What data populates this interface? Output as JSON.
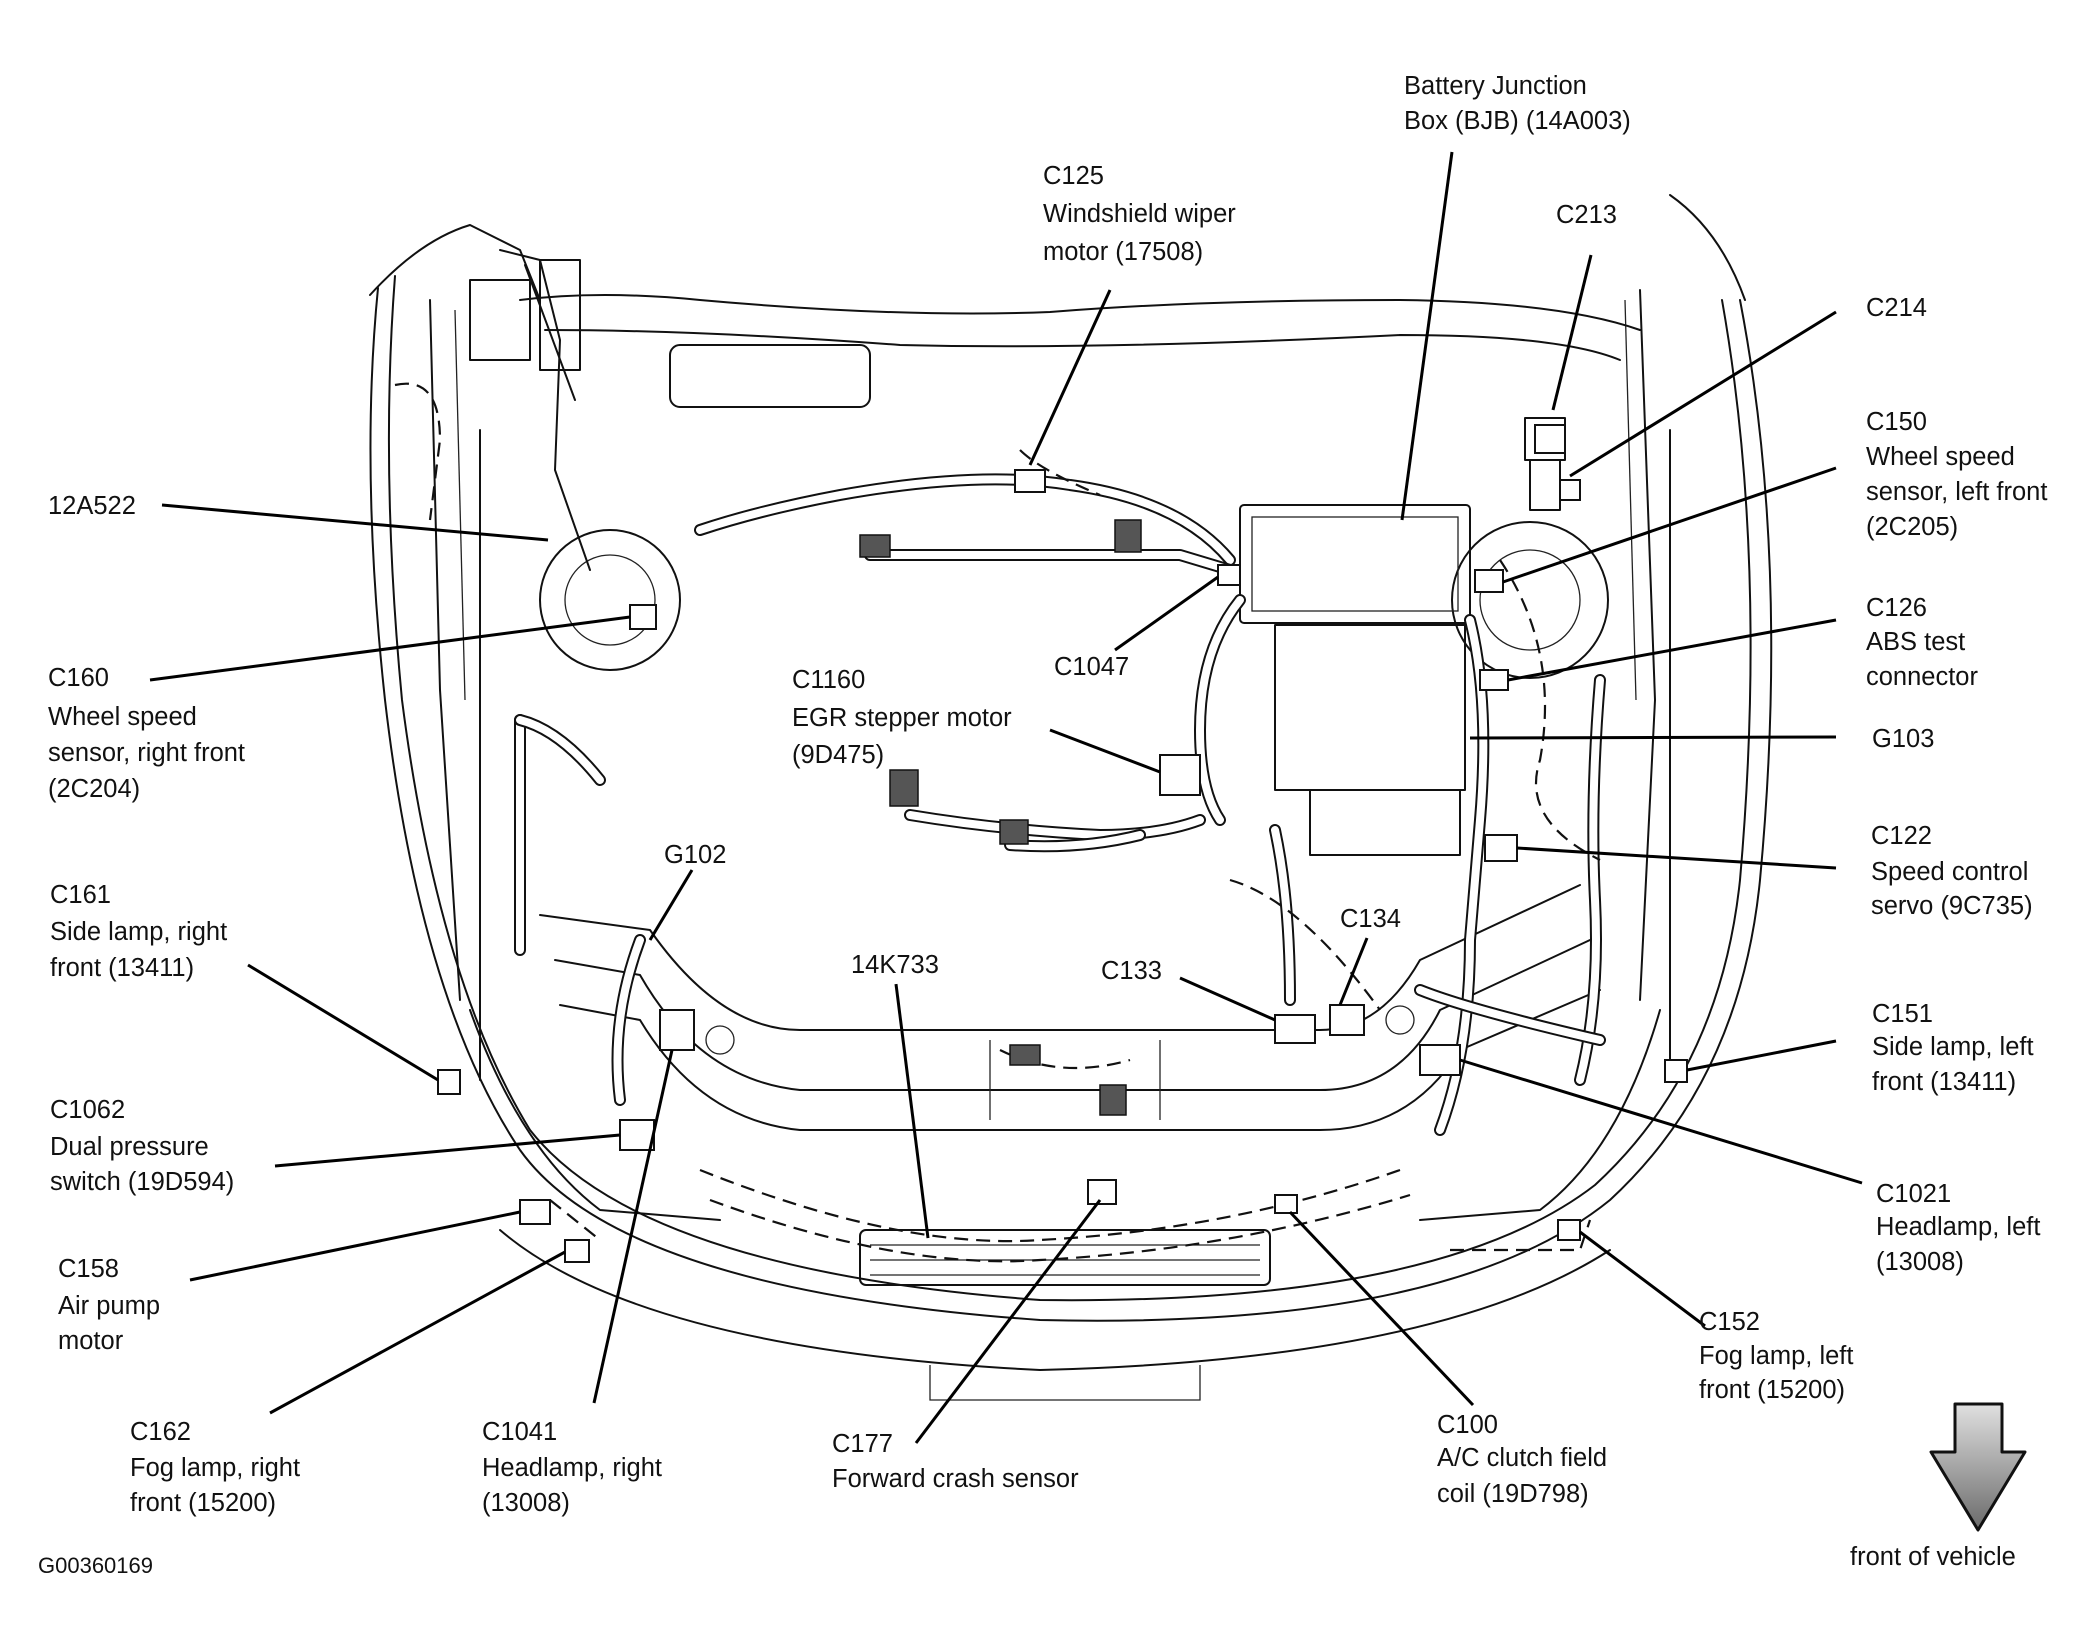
{
  "labels": {
    "bjb": [
      "Battery Junction",
      "Box (BJB) (14A003)"
    ],
    "c125": [
      "C125",
      "Windshield wiper",
      "motor (17508)"
    ],
    "c213": [
      "C213"
    ],
    "c214": [
      "C214"
    ],
    "c150": [
      "C150",
      "Wheel speed",
      "sensor, left front",
      "(2C205)"
    ],
    "c126": [
      "C126",
      "ABS test",
      "connector"
    ],
    "g103": [
      "G103"
    ],
    "c122": [
      "C122",
      "Speed control",
      "servo (9C735)"
    ],
    "c151": [
      "C151",
      "Side lamp, left",
      "front (13411)"
    ],
    "c1021": [
      "C1021",
      "Headlamp, left",
      "(13008)"
    ],
    "c152": [
      "C152",
      "Fog lamp, left",
      "front (15200)"
    ],
    "c100": [
      "C100",
      "A/C clutch field",
      "coil (19D798)"
    ],
    "c177": [
      "C177",
      "Forward crash sensor"
    ],
    "c1041": [
      "C1041",
      "Headlamp, right",
      "(13008)"
    ],
    "c162": [
      "C162",
      "Fog lamp, right",
      "front (15200)"
    ],
    "c158": [
      "C158",
      "Air pump",
      "motor"
    ],
    "c1062": [
      "C1062",
      "Dual pressure",
      "switch (19D594)"
    ],
    "c161": [
      "C161",
      "Side lamp, right",
      "front (13411)"
    ],
    "c160": [
      "C160",
      "Wheel speed",
      "sensor, right front",
      "(2C204)"
    ],
    "a12a522": [
      "12A522"
    ],
    "c1047": [
      "C1047"
    ],
    "c1160": [
      "C1160",
      "EGR stepper motor",
      "(9D475)"
    ],
    "g102": [
      "G102"
    ],
    "k14k733": [
      "14K733"
    ],
    "c133": [
      "C133"
    ],
    "c134": [
      "C134"
    ]
  },
  "front_arrow_label": "front of vehicle",
  "figure_id": "G00360169"
}
